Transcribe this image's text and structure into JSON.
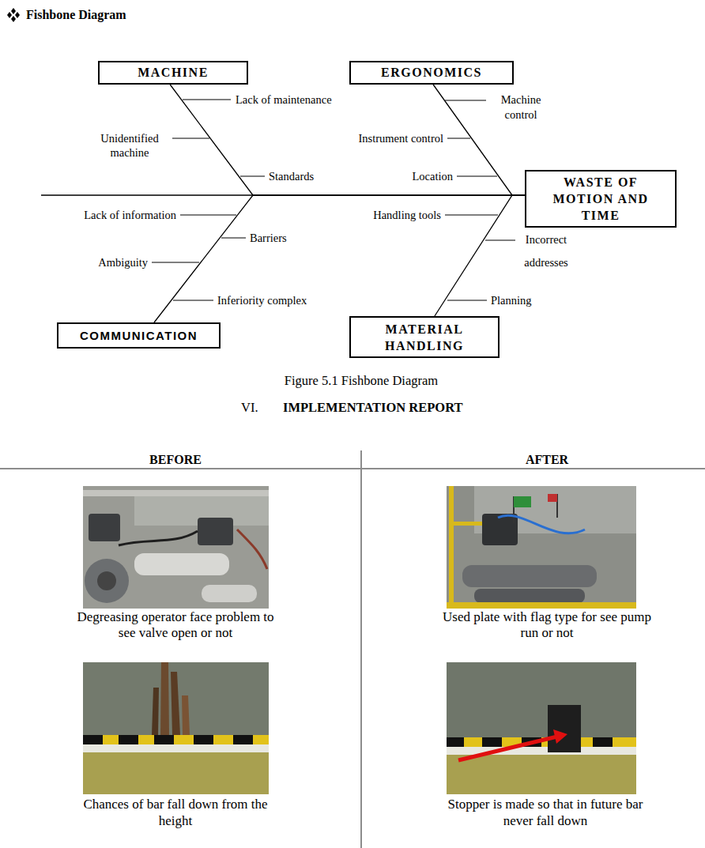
{
  "diagram": {
    "title": "Fishbone Diagram",
    "caption": "Figure 5.1 Fishbone Diagram",
    "nodes": [
      {
        "text": [
          "MACHINE"
        ]
      },
      {
        "text": [
          "ERGONOMICS"
        ]
      },
      {
        "text": [
          "WASTE OF MOTION AND TIME"
        ]
      },
      {
        "text": [
          "COMMUNICATION"
        ]
      },
      {
        "text": [
          "MATERIAL HANDLING"
        ]
      }
    ],
    "edges": [
      {
        "from": 0,
        "to": 2,
        "arrow": "none"
      },
      {
        "from": 1,
        "to": 2,
        "arrow": "none"
      },
      {
        "from": 3,
        "to": 2,
        "arrow": "none"
      },
      {
        "from": 4,
        "to": 2,
        "arrow": "none"
      }
    ],
    "labels": [
      "Lack of maintenance",
      "Unidentified machine",
      "Standards",
      "Machine control",
      "Instrument control",
      "Location",
      "Lack of information",
      "Barriers",
      "Handling tools",
      "Incorrect addresses",
      "Ambiguity",
      "Inferiority complex",
      "Planning",
      "VI.",
      "IMPLEMENTATION REPORT",
      "BEFORE",
      "AFTER",
      "Degreasing operator face problem to see valve open or not",
      "Used plate with flag type for see pump run or not",
      "Chances of bar fall down from the height",
      "Stopper is made so that in future bar never fall down"
    ]
  }
}
